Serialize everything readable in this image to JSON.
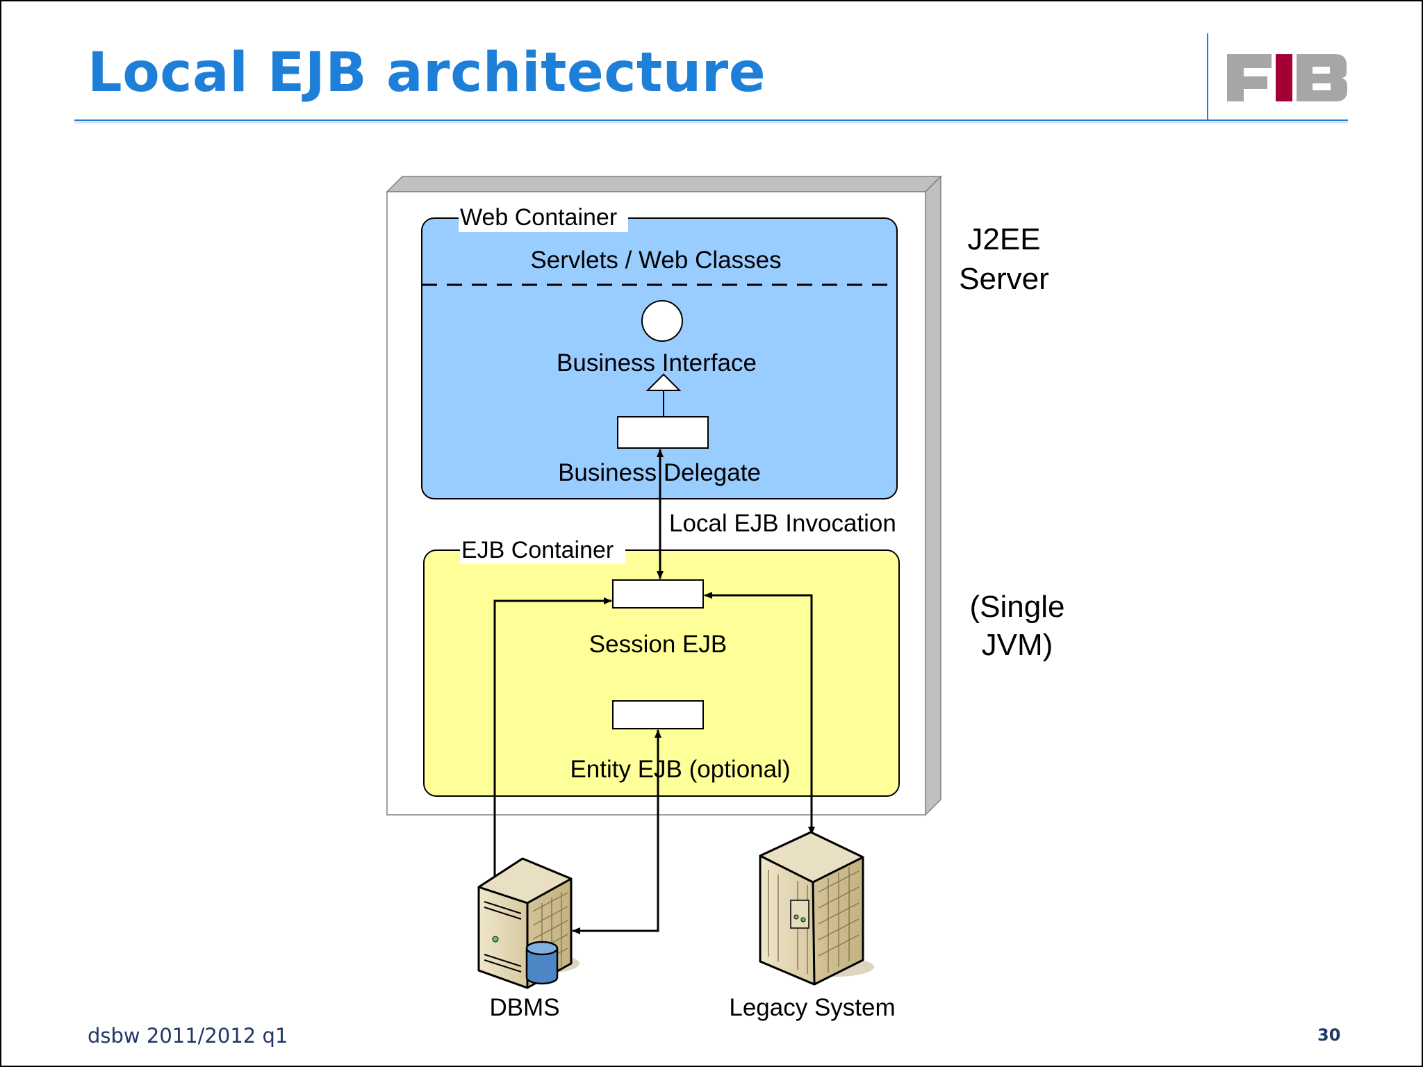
{
  "slide": {
    "title": "Local EJB architecture",
    "logo_text": "FIB",
    "footer_left": "dsbw  2011/2012 q1",
    "page_number": "30"
  },
  "diagram": {
    "server_label_line1": "J2EE",
    "server_label_line2": "Server",
    "jvm_label_line1": "(Single",
    "jvm_label_line2": "JVM)",
    "web_container": {
      "title": "Web Container",
      "servlets_label": "Servlets / Web Classes",
      "business_interface_label": "Business Interface",
      "business_delegate_label": "Business Delegate"
    },
    "invocation_label": "Local EJB Invocation",
    "ejb_container": {
      "title": "EJB Container",
      "session_ejb_label": "Session EJB",
      "entity_ejb_label": "Entity EJB (optional)"
    },
    "dbms_label": "DBMS",
    "legacy_label": "Legacy System"
  },
  "colors": {
    "title": "#1e7fd8",
    "web_container_fill": "#99ccff",
    "ejb_container_fill": "#ffff99",
    "server_side": "#c0c0c0",
    "logo_gray": "#a6a6a6",
    "logo_red": "#a50034"
  }
}
